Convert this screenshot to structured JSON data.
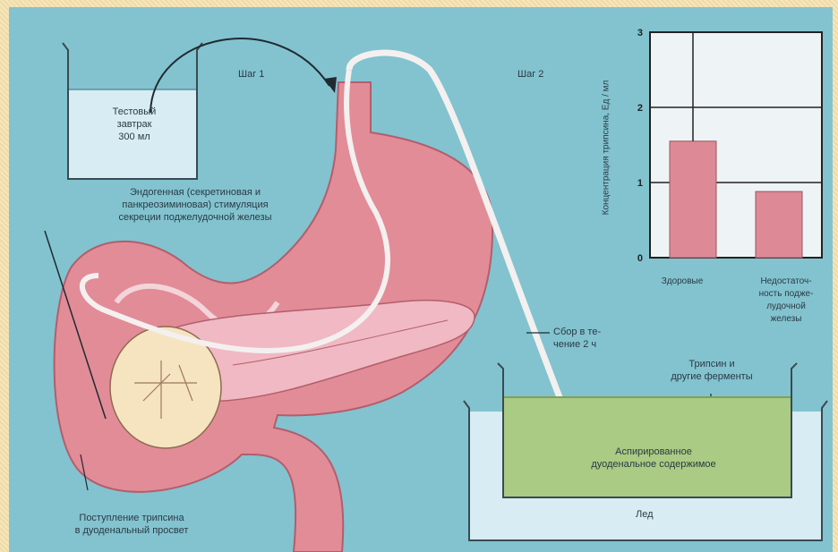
{
  "labels": {
    "step1": "Шаг 1",
    "step2": "Шаг 2",
    "test_breakfast": [
      "Тестовый",
      "завтрак",
      "300 мл"
    ],
    "stimulation": [
      "Эндогенная (секретиновая и",
      "панкреозиминовая) стимуляция",
      "секреции поджелудочной железы"
    ],
    "collection": [
      "Сбор в те-",
      "чение 2 ч"
    ],
    "enzymes": [
      "Трипсин и",
      "другие ферменты"
    ],
    "aspirated": [
      "Аспирированное",
      "дуоденальное содержимое"
    ],
    "ice": "Лед",
    "trypsin_entry": [
      "Поступление трипсина",
      "в дуоденальный просвет"
    ]
  },
  "chart_data": {
    "type": "bar",
    "categories": [
      "Здоровые",
      "Недостаточность поджелудочной железы"
    ],
    "category_lines": [
      [
        "Здоровые"
      ],
      [
        "Недостаточ-",
        "ность подже-",
        "лудочной",
        "железы"
      ]
    ],
    "values": [
      1.55,
      0.88
    ],
    "error_bar_upper": [
      3.0,
      null
    ],
    "ylabel": "Концентрация трипсина, Ед / мл",
    "yticks": [
      "0",
      "1",
      "2",
      "3"
    ],
    "ylim": [
      0,
      3
    ],
    "grid": true,
    "colors": {
      "bar": "#dd8a96",
      "frame": "#222222",
      "background": "#eef3f6"
    }
  }
}
